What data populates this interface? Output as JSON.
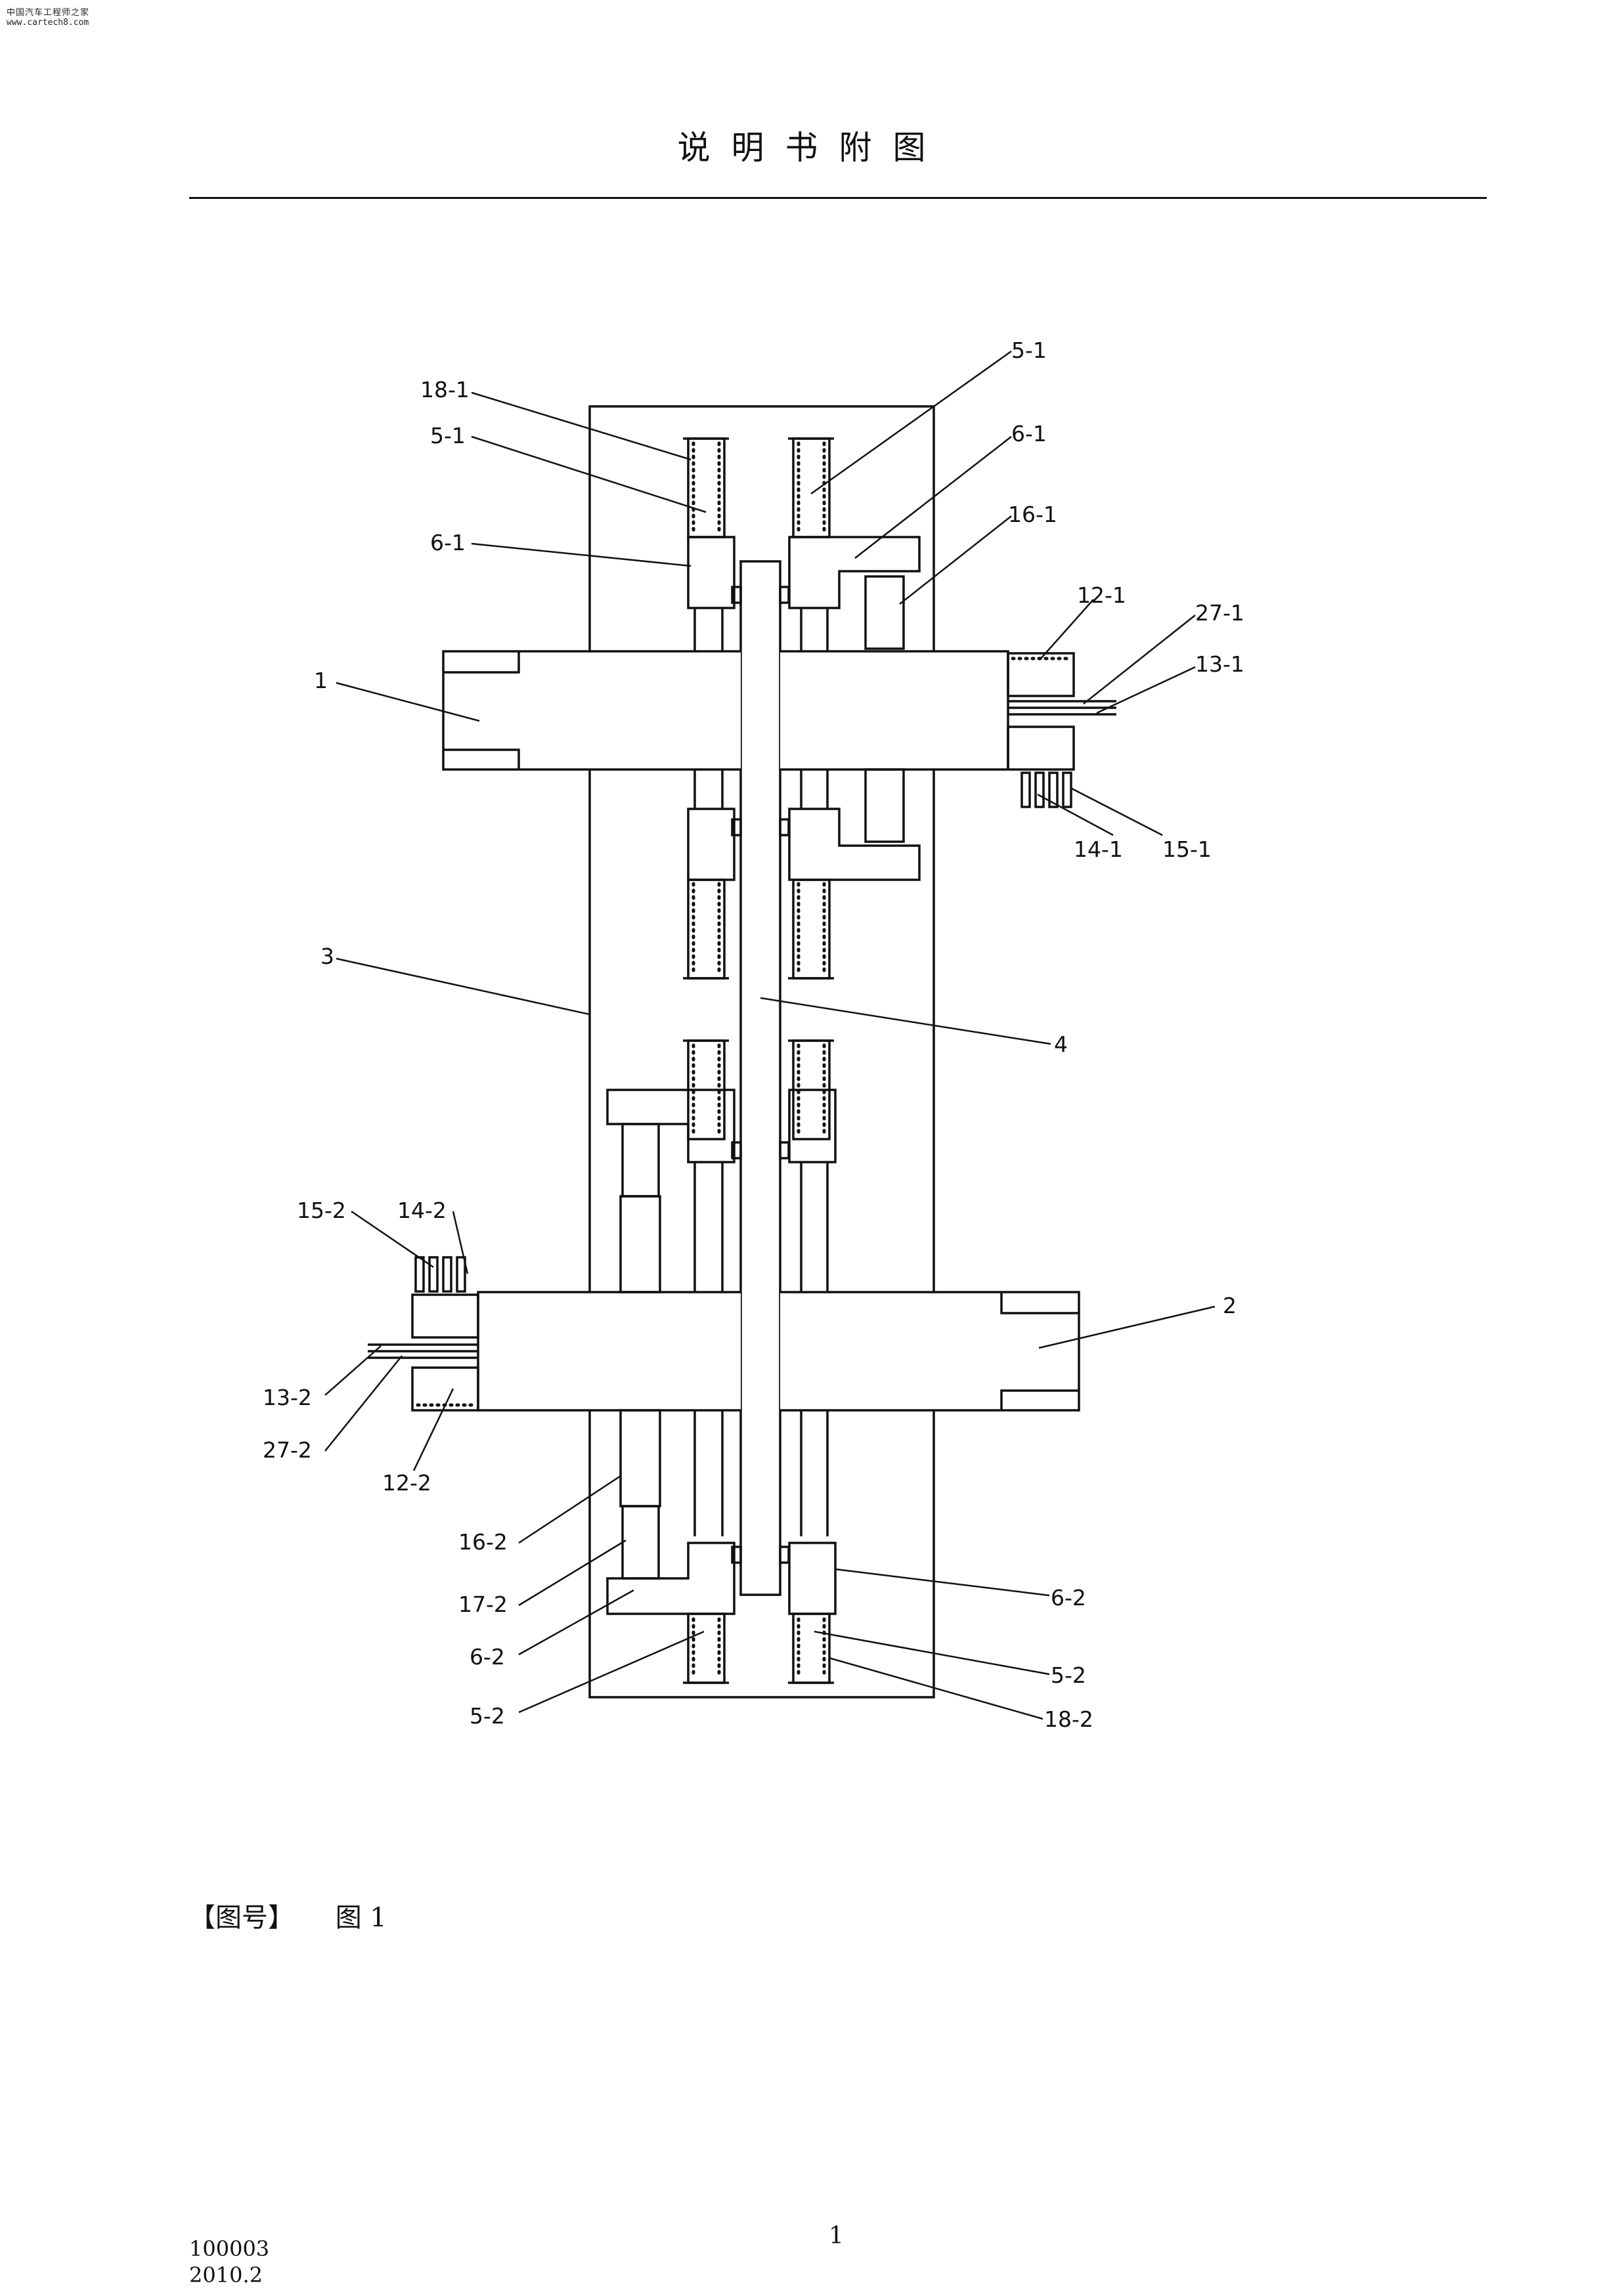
{
  "watermark": {
    "line1": "中国汽车工程师之家",
    "line2": "www.cartech8.com"
  },
  "title": "说明书附图",
  "caption": {
    "label": "【图号】",
    "figure": "图 1"
  },
  "page_number": "1",
  "footer": {
    "code": "100003",
    "date": "2010.2"
  },
  "labels": {
    "l_1": "1",
    "l_2": "2",
    "l_3": "3",
    "l_4": "4",
    "l_18_1": "18-1",
    "l_5_1_left": "5-1",
    "l_6_1_left": "6-1",
    "l_5_1_right": "5-1",
    "l_6_1_right": "6-1",
    "l_16_1": "16-1",
    "l_12_1": "12-1",
    "l_27_1": "27-1",
    "l_13_1": "13-1",
    "l_14_1": "14-1",
    "l_15_1": "15-1",
    "l_15_2": "15-2",
    "l_14_2": "14-2",
    "l_13_2": "13-2",
    "l_27_2": "27-2",
    "l_12_2": "12-2",
    "l_16_2": "16-2",
    "l_17_2": "17-2",
    "l_6_2_left": "6-2",
    "l_5_2_left": "5-2",
    "l_6_2_right": "6-2",
    "l_5_2_right": "5-2",
    "l_18_2": "18-2"
  }
}
